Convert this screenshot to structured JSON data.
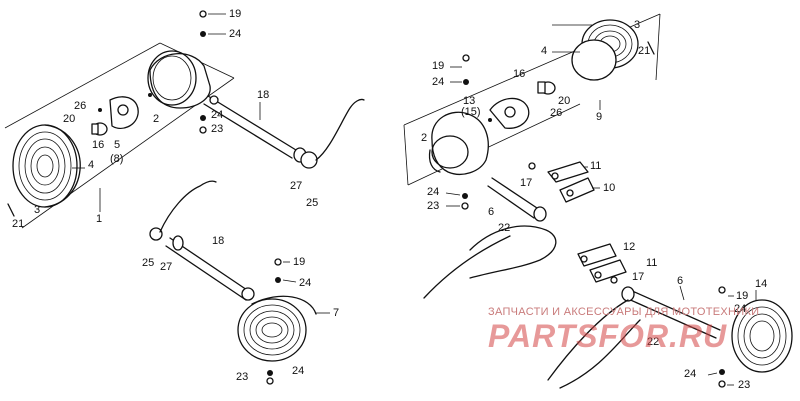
{
  "callouts": {
    "n19a": "19",
    "n24a": "24",
    "n26a": "26",
    "n20a": "20",
    "n16a": "16",
    "n5": "5",
    "n8": "(8)",
    "n2a": "2",
    "n18a": "18",
    "n24b": "24",
    "n23a": "23",
    "n4a": "4",
    "n3a": "3",
    "n21a": "21",
    "n1": "1",
    "n27a": "27",
    "n25a": "25",
    "n18b": "18",
    "n25b": "25",
    "n27b": "27",
    "n19b": "19",
    "n24c": "24",
    "n7": "7",
    "n23b": "23",
    "n24d": "24",
    "n19c": "19",
    "n24e": "24",
    "n13": "13",
    "n15": "(15)",
    "n16b": "16",
    "n20b": "20",
    "n26b": "26",
    "n2b": "2",
    "n3b": "3",
    "n4b": "4",
    "n21b": "21",
    "n9": "9",
    "n11a": "11",
    "n17a": "17",
    "n10": "10",
    "n24f": "24",
    "n23c": "23",
    "n6a": "6",
    "n22a": "22",
    "n12": "12",
    "n11b": "11",
    "n17b": "17",
    "n6b": "6",
    "n19d": "19",
    "n24g": "24",
    "n14": "14",
    "n22b": "22",
    "n24h": "24",
    "n23d": "23"
  },
  "watermark": {
    "small": "ЗАПЧАСТИ И АКСЕССУАРЫ ДЛЯ МОТОТЕХНИКИ",
    "big": "PARTSFOR.RU"
  }
}
